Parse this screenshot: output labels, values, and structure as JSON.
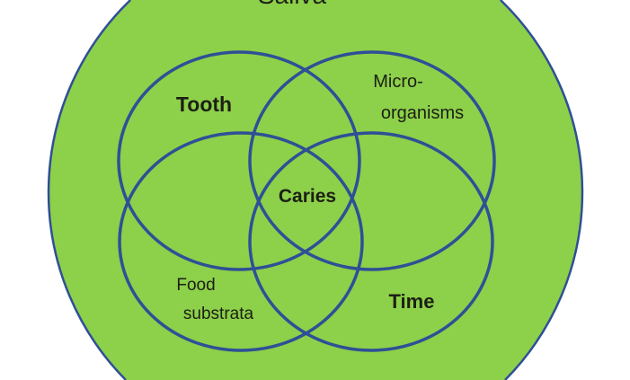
{
  "diagram": {
    "outer_label": "Saliva",
    "sets": [
      {
        "id": "tooth",
        "lines": [
          "Tooth"
        ]
      },
      {
        "id": "microorganisms",
        "lines": [
          "Micro-",
          "organisms"
        ]
      },
      {
        "id": "food",
        "lines": [
          "Food",
          "substrata"
        ]
      },
      {
        "id": "time",
        "lines": [
          "Time"
        ]
      }
    ],
    "center_label": "Caries"
  },
  "colors": {
    "fill": "#8dd04a",
    "outline": "#2f4f96",
    "text": "#1c1f14"
  }
}
